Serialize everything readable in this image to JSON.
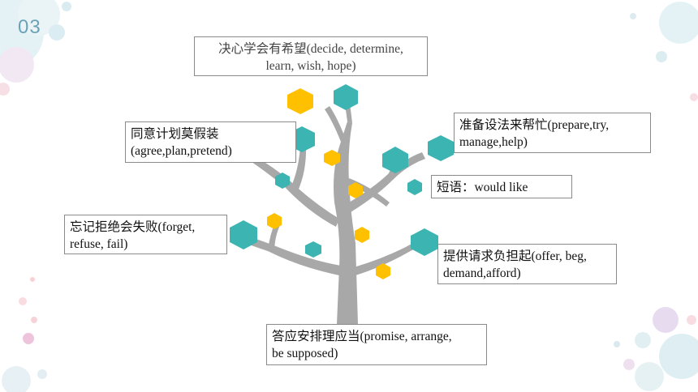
{
  "slide_number": "03",
  "colors": {
    "trunk": "#a8a8a8",
    "teal": "#3bb4b2",
    "gold": "#ffc000",
    "box_border": "#8a8a8a",
    "slide_number": "#6aa3b8"
  },
  "boxes": {
    "decide": {
      "line1": "决心学会有希望(decide, determine,",
      "line2": "learn, wish, hope)"
    },
    "agree": {
      "line1": "同意计划莫假装",
      "line2": "(agree,plan,pretend)"
    },
    "prepare": {
      "line1": "准备设法来帮忙(prepare,try,",
      "line2": "manage,help)"
    },
    "would": {
      "line1": "短语：would like"
    },
    "forget": {
      "line1": "忘记拒绝会失败(forget,",
      "line2": "refuse, fail)"
    },
    "offer": {
      "line1": "提供请求负担起(offer, beg,",
      "line2": "demand,afford)"
    },
    "promise": {
      "line1": "答应安排理应当(promise, arrange,",
      "line2": "be supposed)"
    }
  }
}
